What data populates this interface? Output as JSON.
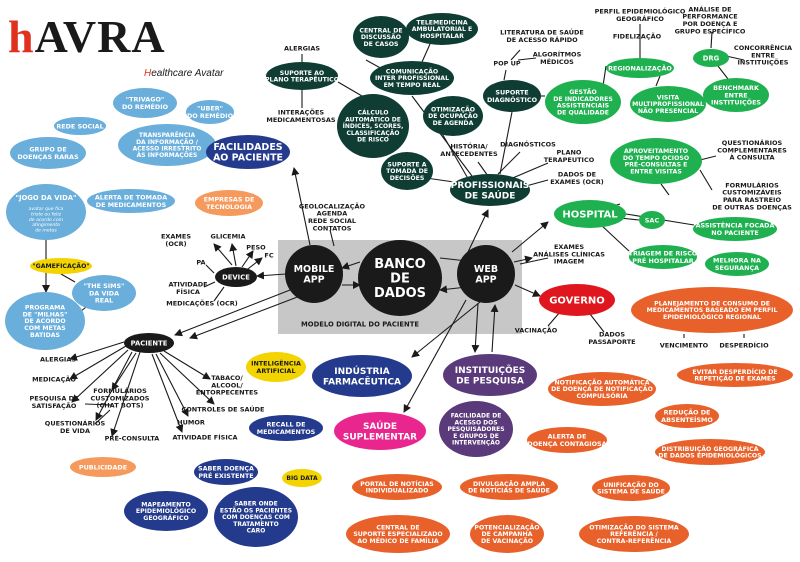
{
  "logo": {
    "h": "h",
    "rest": "AVRA",
    "sub_h": "H",
    "sub_rest": "ealthcare Avatar"
  },
  "colors": {
    "dark": "#0f3d33",
    "green": "#1fb050",
    "lightblue": "#6aaedb",
    "navy": "#243a8c",
    "red": "#e0161e",
    "orange": "#e8612a",
    "purple": "#5a3a7a",
    "yellow": "#f3d400",
    "lightorange": "#f59a5c",
    "magenta": "#e8268e",
    "pink": "#e86aa0",
    "black": "#1a1a1a",
    "gray": "#c7c7c7"
  },
  "nodes": {
    "alergias_top": "ALERGIAS",
    "suporte_plano": "SUPORTE AO\nPLANO TERAPÊUTICO",
    "interacoes": "INTERAÇÕES\nMEDICAMENTOSAS",
    "central_discussao": "CENTRAL DE\nDISCUSSÃO\nDE CASOS",
    "telemedicina": "TELEMEDICINA\nAMBULATORIAL E\nHOSPITALAR",
    "comunicacao": "COMUNICAÇÃO\nINTER PROFISSIONAL\nEM TEMPO REAL",
    "calculo": "CÁLCULO\nAUTOMÁTICO DE\nÍNDICES, SCORES,\nCLASSIFICAÇÃO\nDE RISCO",
    "otimizacao_agenda": "OTIMIZAÇÃO\nDE OCUPAÇÃO\nDE AGENDA",
    "suporte_tomada": "SUPORTE A\nTOMADA DE\nDECISÕES",
    "literatura": "LITERATURA DE SAÚDE\nDE ACESSO RÁPIDO",
    "pop_up": "POP UP",
    "algoritmos": "ALGORÍTMOS\nMÉDICOS",
    "suporte_diag": "SUPORTE\nDIAGNÓSTICO",
    "perfil_epi": "PERFIL EPIDEMIOLÓGICO\nGEOGRÁFICO",
    "fidelizacao": "FIDELIZAÇÃO",
    "regionalizacao": "REGIONALIZAÇÃO",
    "analise_perf": "ANÁLISE DE\nPERFORMANCE\nPOR DOENÇA E\nGRUPO ESPECÍFICO",
    "drg": "DRG",
    "concorrencia": "CONCORRÊNCIA\nENTRE\nINSTITUIÇÕES",
    "benchmark": "BENCHMARK\nENTRE\nINSTITUIÇÕES",
    "gestao": "GESTÃO\nDE INDICADORES\nASSISTENCIAIS\nDE QUALIDADE",
    "visita": "VISITA\nMULTIPROFISSIONAL\nNÃO PRESENCIAL",
    "trivago": "\"TRIVAGO\"\nDO REMÉDIO",
    "uber": "\"UBER\"\nDO REMÉDIO",
    "rede_social": "REDE SOCIAL",
    "transparencia": "TRANSPARÊNCIA\nDA INFORMAÇÃO /\nACESSO IRRESTRITO\nÀS INFORMAÇÕES",
    "grupo_doencas": "GRUPO DE\nDOENÇAS RARAS",
    "facilidades": "FACILIDADES\nAO PACIENTE",
    "jogo_vida": "\"JOGO DA VIDA\"",
    "jogo_vida_sub": "avatar que fica\ntriste ou feliz\nde acordo com\natingimento\nde metas",
    "alerta_tomada": "ALERTA DE TOMADA\nDE MEDICAMENTOS",
    "empresas": "EMPRESAS DE\nTECNOLOGIA",
    "geolocalizacao": "GEOLOCALIZAÇÃO\nAGENDA\nREDE SOCIAL\nCONTATOS",
    "historia": "HISTÓRIA/\nANTECEDENTES",
    "diagnosticos": "DIAGNÓSTICOS",
    "plano_terap": "PLANO\nTERAPEUTICO",
    "dados_exames": "DADOS DE\nEXAMES (OCR)",
    "profissionais": "PROFISSIONAIS\nDE SAÚDE",
    "aproveitamento": "APROVEITAMENTO\nDO TEMPO OCIOSO\nPRÉ-CONSULTAS E\nENTRE VISITAS",
    "questionarios_comp": "QUESTIONÁRIOS\nCOMPLEMENTARES\nÀ CONSULTA",
    "formularios_cust": "FORMULÁRIOS\nCUSTOMIZÁVEIS\nPARA RASTREIO\nDE OUTRAS DOENÇAS",
    "hospital": "HOSPITAL",
    "sac": "SAC",
    "assistencia": "ASSISTÊNCIA FOCADA\nNO PACIENTE",
    "triagem": "TRIAGEM DE RISCO\nPRÉ HOSPITALAR",
    "melhora": "MELHORA NA\nSEGURANÇA",
    "gamificacao": "\"GAMEFICAÇÃO\"",
    "the_sims": "\"THE SIMS\"\nDA VIDA\nREAL",
    "programa_milhas": "PROGRAMA\nDE \"MILHAS\"\nDE ACORDO\nCOM METAS\nBATIDAS",
    "exames_ocr": "EXAMES\n(OCR)",
    "glicemia": "GLICEMIA",
    "peso": "PESO",
    "pa": "PA",
    "fc": "FC",
    "device": "DEVICE",
    "atividade_fisica_dev": "ATIVIDADE\nFÍSICA",
    "medicacoes_ocr": "MEDICAÇÕES (OCR)",
    "mobile_app": "MOBILE\nAPP",
    "banco": "BANCO\nDE\nDADOS",
    "web_app": "WEB\nAPP",
    "exames_analises": "EXAMES\nANÁLISES CLÍNICAS\nIMAGEM",
    "governo": "GOVERNO",
    "vacinacao": "VACINAÇÃO",
    "dados_passaporte": "DADOS\nPASSAPORTE",
    "modelo_digital": "MODELO DIGITAL DO PACIENTE",
    "planejamento": "PLANEJAMENTO DE CONSUMO DE\nMEDICAMENTOS BASEADO EM PERFIL\nEPIDEMIOLÓGICO REGIONAL",
    "vencimento": "VENCIMENTO",
    "desperdicio": "DESPERDÍCIO",
    "paciente": "PACIENTE",
    "alergias": "ALERGIAS",
    "medicacao": "MEDICAÇÃO",
    "pesquisa_satisf": "PESQUISA DE\nSATISFAÇÃO",
    "formularios_chat": "FORMULÁRIOS\nCUSTOMIZADOS\n(CHAT BOTS)",
    "questionarios_vida": "QUESTIONÁRIOS\nDE VIDA",
    "pre_consulta": "PRÉ-CONSULTA",
    "atividade_fisica": "ATIVIDADE FÍSICA",
    "humor": "HUMOR",
    "controles": "CONTROLES DE SAÚDE",
    "tabaco": "TABACO/\nALCOOL/\nENTORPECENTES",
    "inteligencia": "INTELIGÊNCIA\nARTIFICIAL",
    "industria": "INDÚSTRIA\nFARMACÊUTICA",
    "instituicoes": "INSTITUIÇÕES\nDE PESQUISA",
    "notificacao": "NOTIFICAÇÃO AUTOMÁTICA\nDE DOENÇA DE NOTIFICAÇÃO\nCOMPULSÓRIA",
    "evitar": "EVITAR DESPERDÍCIO DE\nREPETIÇÃO DE EXAMES",
    "reducao": "REDUÇÃO DE\nABSENTEÍSMO",
    "alerta_doenca": "ALERTA DE\nDOENÇA CONTAGIOSA",
    "distribuicao": "DISTRIBUIÇÃO GEOGRÁFICA\nDE DADOS EPIDEMIOLÓGICOS",
    "recall": "RECALL DE\nMEDICAMENTOS",
    "saude_supl": "SAÚDE\nSUPLEMENTAR",
    "facilidade_acesso": "FACILIDADE DE\nACESSO DOS\nPESQUISADORES\nE GRUPOS DE\nINTERVENÇÃO",
    "publicidade": "PUBLICIDADE",
    "saber_doenca": "SABER DOENÇA\nPRÉ EXISTENTE",
    "big_data": "BIG DATA",
    "mapeamento": "MAPEAMENTO\nEPIDEMIOLÓGICO\nGEOGRÁFICO",
    "saber_onde": "SABER ONDE\nESTÃO OS PACIENTES\nCOM DOENÇAS COM\nTRATAMENTO\nCARO",
    "portal": "PORTAL DE NOTÍCIAS\nINDIVIDUALIZADO",
    "divulgacao": "DIVULGAÇÃO AMPLA\nDE NOTÍCIAS DE SAÚDE",
    "unificacao": "UNIFICAÇÃO DO\nSISTEMA DE SAÚDE",
    "central_suporte": "CENTRAL DE\nSUPORTE ESPECIALIZADO\nAO MÉDICO DE FAMÍLIA",
    "potencializacao": "POTENCIALIZAÇÃO\nDE CAMPANHA\nDE VACINAÇÃO",
    "otimizacao_sistema": "OTIMIZAÇÃO DO SISTEMA\nREFERÊNCIA /\nCONTRA-REFERÊNCIA"
  }
}
